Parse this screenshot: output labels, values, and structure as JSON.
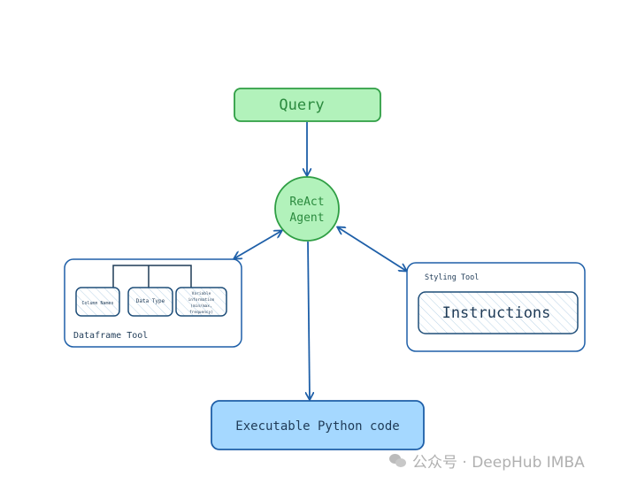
{
  "nodes": {
    "query": "Query",
    "agent_line1": "ReAct",
    "agent_line2": "Agent",
    "dataframe_tool": "Dataframe Tool",
    "column_names": "Column Names",
    "data_type": "Data Type",
    "variable_info": [
      "Variable",
      "information",
      "(min/max,",
      "frequency)"
    ],
    "styling_tool": "Styling Tool",
    "instructions": "Instructions",
    "output": "Executable Python code"
  },
  "watermark": "公众号 · DeepHub IMBA",
  "colors": {
    "green_fill": "#b2f2bb",
    "green_stroke": "#2f9e44",
    "blue_fill": "#a5d8ff",
    "blue_stroke": "#1e5fa8",
    "box_stroke": "#1f4e79"
  }
}
